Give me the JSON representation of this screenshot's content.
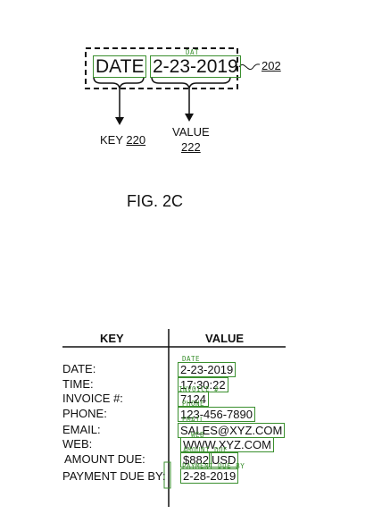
{
  "fig2c": {
    "annotation_label": "DAT",
    "key_text": "DATE",
    "value_text": "2-23-2019",
    "ref_box": "202",
    "key_label": "KEY",
    "key_ref": "220",
    "value_label": "VALUE",
    "value_ref": "222",
    "caption": "FIG. 2C"
  },
  "table": {
    "key_header": "KEY",
    "value_header": "VALUE",
    "rows": [
      {
        "key": "DATE:",
        "value": "2-23-2019",
        "annotation": "DATE"
      },
      {
        "key": "TIME:",
        "value": "17:30:22",
        "annotation": ""
      },
      {
        "key": "INVOICE #:",
        "value": "7124",
        "annotation": "INVOICE #"
      },
      {
        "key": "PHONE:",
        "value": "123-456-7890",
        "annotation": "PHONE"
      },
      {
        "key": "EMAIL:",
        "value": "SALES@XYZ.COM",
        "annotation": "EMAIL"
      },
      {
        "key": "WEB:",
        "value": "WWW.XYZ.COM",
        "annotation": "WEB"
      },
      {
        "key": "AMOUNT DUE:",
        "value_amount": "$882",
        "value_currency": "USD",
        "annotation": "AMOUNT DUE"
      },
      {
        "key": "PAYMENT DUE BY:",
        "value": "2-28-2019",
        "annotation": "PAYMENT DUE BY"
      }
    ]
  },
  "colors": {
    "annotation": "#3a8f2e",
    "ink": "#111111"
  }
}
